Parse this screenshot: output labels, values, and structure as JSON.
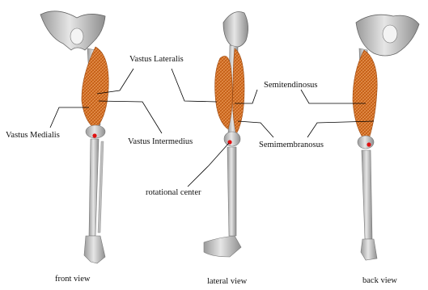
{
  "labels": {
    "vastus_lateralis": "Vastus Lateralis",
    "vastus_medialis": "Vastus Medialis",
    "vastus_intermedius": "Vastus Intermedius",
    "semitendinosus": "Semitendinosus",
    "semimembranosus": "Semimembranosus",
    "rotational_center": "rotational center"
  },
  "views": {
    "front": "front view",
    "lateral": "lateral view",
    "back": "back view"
  },
  "colors": {
    "muscle": "#d2691e",
    "bone": "#c8c8c8",
    "joint_center": "#e01010",
    "leader_line": "#000000"
  }
}
